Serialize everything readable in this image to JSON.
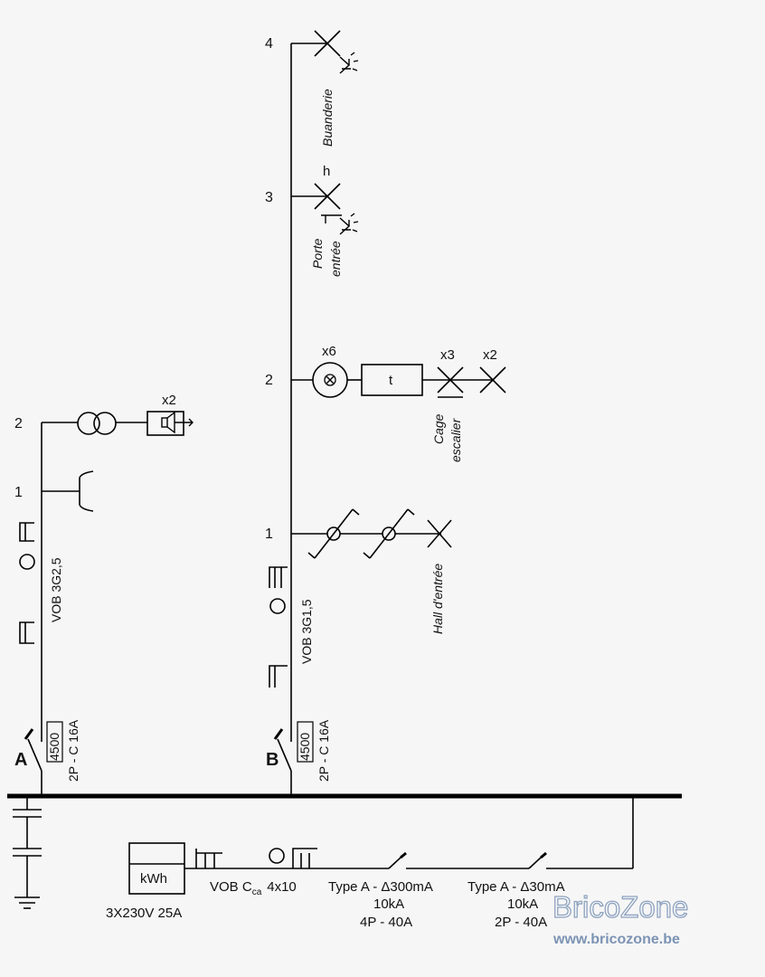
{
  "circuit_a": {
    "letter": "A",
    "breaker_rating": "4500",
    "breaker_spec": "2P - C 16A",
    "cable": "VOB 3G2,5",
    "point1": "1",
    "point2": "2",
    "speaker_count": "x2"
  },
  "circuit_b": {
    "letter": "B",
    "breaker_rating": "4500",
    "breaker_spec": "2P - C 16A",
    "cable": "VOB 3G1,5",
    "point1": "1",
    "point2": "2",
    "point3": "3",
    "point4": "4",
    "hall_label": "Hall d'entrée",
    "pushbutton_count": "x6",
    "timer_label": "t",
    "lamp_count_a": "x3",
    "lamp_count_b": "x2",
    "cage_label_1": "Cage",
    "cage_label_2": "escalier",
    "porte_label_1": "Porte",
    "porte_label_2": "entrée",
    "detector_h": "h",
    "buanderie_label": "Buanderie"
  },
  "supply": {
    "meter_label": "kWh",
    "supply_spec": "3X230V 25A",
    "cable_prefix": "VOB C",
    "cable_sub": "ca",
    "cable_size": "4x10",
    "diff1_type": "Type A - Δ300mA",
    "diff1_kA": "10kA",
    "diff1_poles": "4P - 40A",
    "diff2_type": "Type A - Δ30mA",
    "diff2_kA": "10kA",
    "diff2_poles": "2P - 40A"
  },
  "watermark": {
    "brand": "BricoZone",
    "url": "www.bricozone.be"
  }
}
